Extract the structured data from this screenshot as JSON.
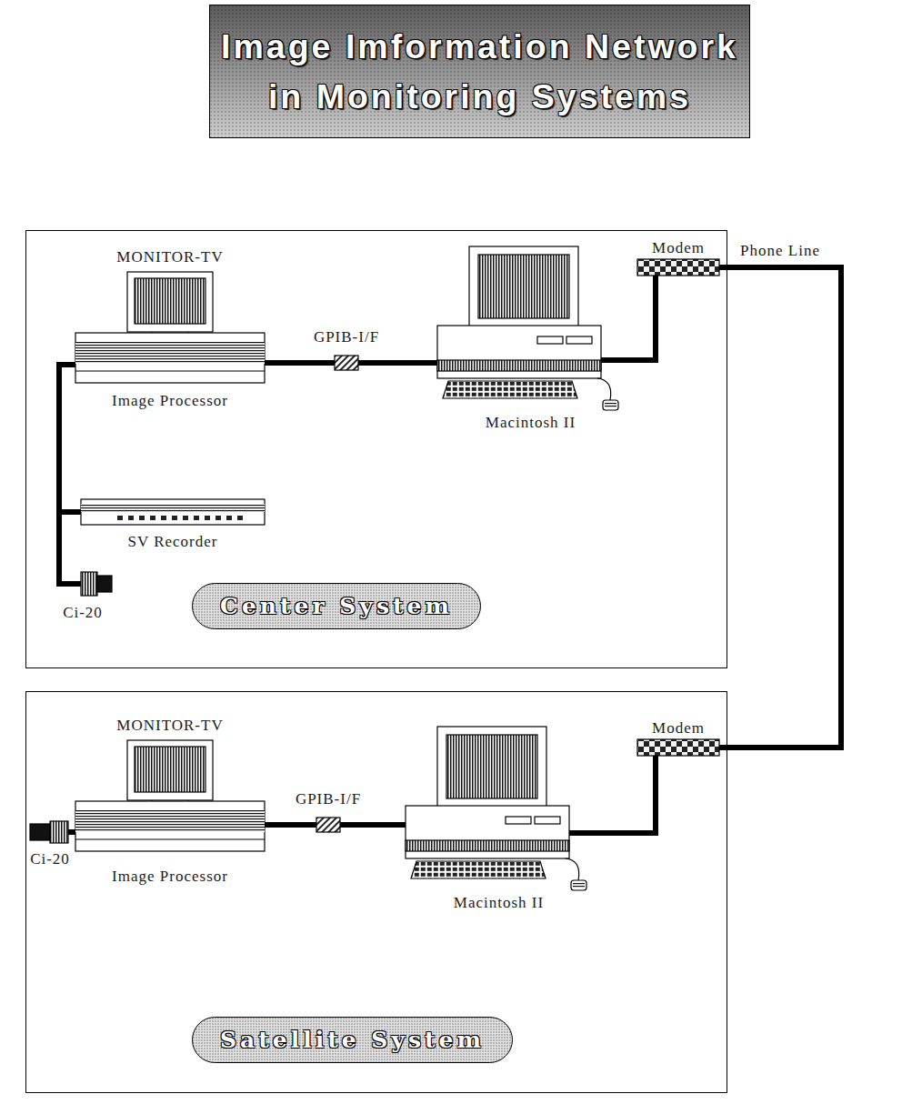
{
  "diagram": {
    "title": "Image Imformation Network in Monitoring Systems",
    "nodes": [
      {
        "text": [
          "Center System"
        ]
      },
      {
        "text": [
          "MONITOR-TV",
          "Image Processor"
        ],
        "in": 0
      },
      {
        "text": [
          "GPIB-I/F"
        ],
        "in": 0
      },
      {
        "text": [
          "Macintosh II"
        ],
        "in": 0
      },
      {
        "text": [
          "Modem"
        ],
        "in": 0
      },
      {
        "text": [
          "SV Recorder"
        ],
        "in": 0
      },
      {
        "text": [
          "Ci-20"
        ],
        "in": 0
      },
      {
        "text": [
          "Satellite System"
        ]
      },
      {
        "text": [
          "MONITOR-TV",
          "Image Processor"
        ],
        "in": 7
      },
      {
        "text": [
          "GPIB-I/F"
        ],
        "in": 7
      },
      {
        "text": [
          "Macintosh II"
        ],
        "in": 7
      },
      {
        "text": [
          "Modem"
        ],
        "in": 7
      },
      {
        "text": [
          "Ci-20"
        ],
        "in": 7
      }
    ],
    "edges": [
      {
        "from": 1,
        "to": 2,
        "arrow": "none"
      },
      {
        "from": 2,
        "to": 3,
        "arrow": "none"
      },
      {
        "from": 3,
        "to": 4,
        "arrow": "none"
      },
      {
        "from": 1,
        "to": 5,
        "arrow": "none"
      },
      {
        "from": 1,
        "to": 6,
        "arrow": "none"
      },
      {
        "from": 4,
        "to": 11,
        "label": "Phone Line",
        "arrow": "none"
      },
      {
        "from": 12,
        "to": 8,
        "arrow": "none"
      },
      {
        "from": 8,
        "to": 9,
        "arrow": "none"
      },
      {
        "from": 9,
        "to": 10,
        "arrow": "none"
      },
      {
        "from": 10,
        "to": 11,
        "arrow": "none"
      }
    ]
  }
}
